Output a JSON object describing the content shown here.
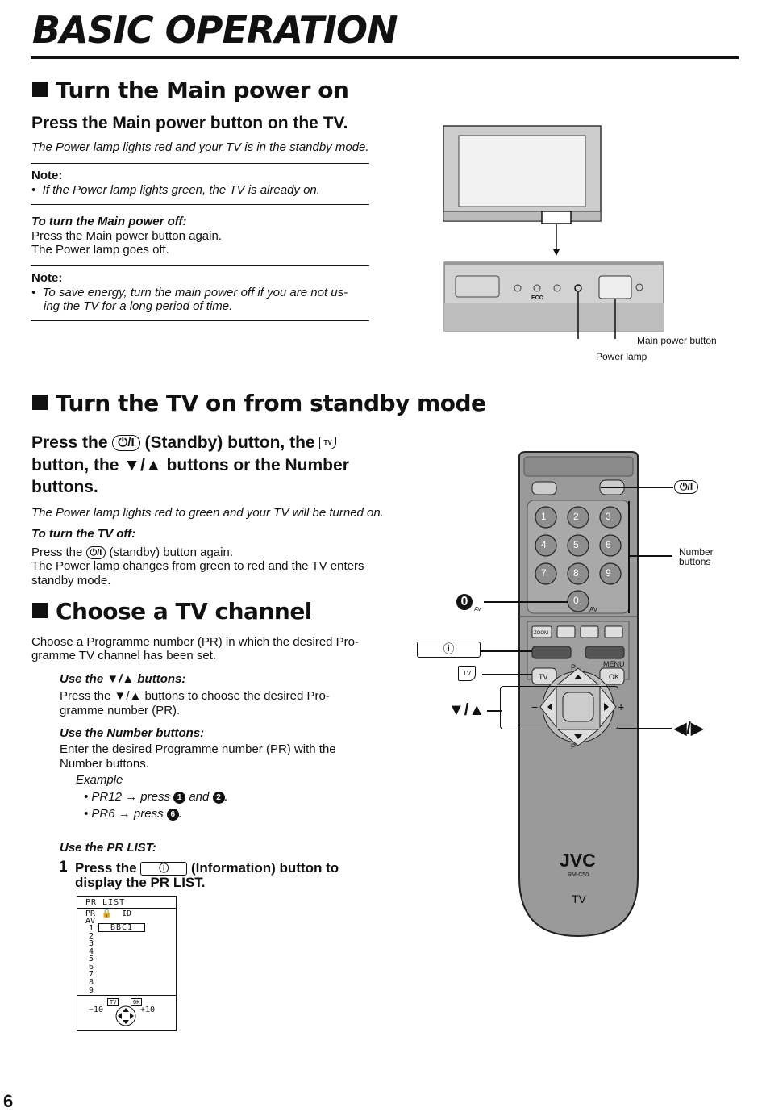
{
  "page_title": "BASIC OPERATION",
  "page_number": "6",
  "section1": {
    "heading": "Turn the Main power on",
    "subheading": "Press the Main power button on the TV.",
    "intro": "The Power lamp lights red and your TV is in the standby mode.",
    "note1_label": "Note:",
    "note1_text": "If the Power lamp lights green, the TV is already on.",
    "off_title": "To turn the Main power off:",
    "off_line1": "Press the Main power button again.",
    "off_line2": "The Power lamp goes off.",
    "note2_label": "Note:",
    "note2_line1": "To save energy, turn the main power off if you are not us-",
    "note2_line2": "ing the TV for a long period of time."
  },
  "tv_figure": {
    "eco_label": "ECO",
    "main_power_label": "Main power button",
    "power_lamp_label": "Power lamp"
  },
  "section2": {
    "heading": "Turn the TV on from standby mode",
    "sub_part1": "Press the",
    "standby_icon": "⏻/I",
    "sub_part2": "(Standby) button, the",
    "tv_icon": "TV",
    "sub_line2": "button, the ▼/▲ buttons or the Number",
    "sub_line3": "buttons.",
    "intro": "The Power lamp lights red to green and your TV will be turned on.",
    "off_title": "To turn the TV off:",
    "off_part1": "Press the",
    "off_part2": "(standby) button again.",
    "off_line2": "The Power lamp changes from green to red and the TV enters",
    "off_line3": "standby mode."
  },
  "section3": {
    "heading": "Choose a TV channel",
    "intro_line1": "Choose a Programme number (PR) in which the desired Pro-",
    "intro_line2": "gramme TV channel has been set.",
    "use_arrows_title": "Use the ▼/▲ buttons:",
    "use_arrows_line1": "Press the ▼/▲ buttons to choose the desired Pro-",
    "use_arrows_line2": "gramme number (PR).",
    "use_numbers_title": "Use the Number buttons:",
    "use_numbers_line1": "Enter the desired Programme number (PR) with the",
    "use_numbers_line2": "Number buttons.",
    "example_label": "Example",
    "ex1_part1": "• PR12  → press",
    "ex1_num1": "1",
    "ex1_and": "and",
    "ex1_num2": "2",
    "ex2_part1": "• PR6  → press",
    "ex2_num": "6",
    "use_prlist_title": "Use the PR LIST:",
    "step_num": "1",
    "step_part1": "Press the",
    "step_part2": "(Information) button to",
    "step_line2": "display the PR LIST.",
    "info_icon": "ⓘ"
  },
  "pr_list": {
    "title": "PR LIST",
    "col_pr": "PR",
    "col_id": "ID",
    "av": "AV",
    "rows": [
      "1",
      "2",
      "3",
      "4",
      "5",
      "6",
      "7",
      "8",
      "9"
    ],
    "first_id": "BBC1",
    "foot_tv": "TV",
    "foot_ok": "OK",
    "foot_minus": "−10",
    "foot_plus": "+10"
  },
  "remote": {
    "digits": [
      "1",
      "2",
      "3",
      "4",
      "5",
      "6",
      "7",
      "8",
      "9",
      "0"
    ],
    "av_label": "AV",
    "zoom_label": "ZOOM",
    "menu_label": "MENU",
    "tv_label": "TV",
    "ok_label": "OK",
    "p_up": "P",
    "p_down": "P",
    "minus": "−",
    "plus": "+",
    "brand": "JVC",
    "model": "RM-C50",
    "bottom_label": "TV"
  },
  "remote_callouts": {
    "standby": "⏻/I",
    "number_buttons_line1": "Number",
    "number_buttons_line2": "buttons",
    "zero": "0",
    "zero_av": "AV",
    "info": "ⓘ",
    "tv": "TV",
    "updown": "▼/▲",
    "leftright": "◀/▶"
  }
}
